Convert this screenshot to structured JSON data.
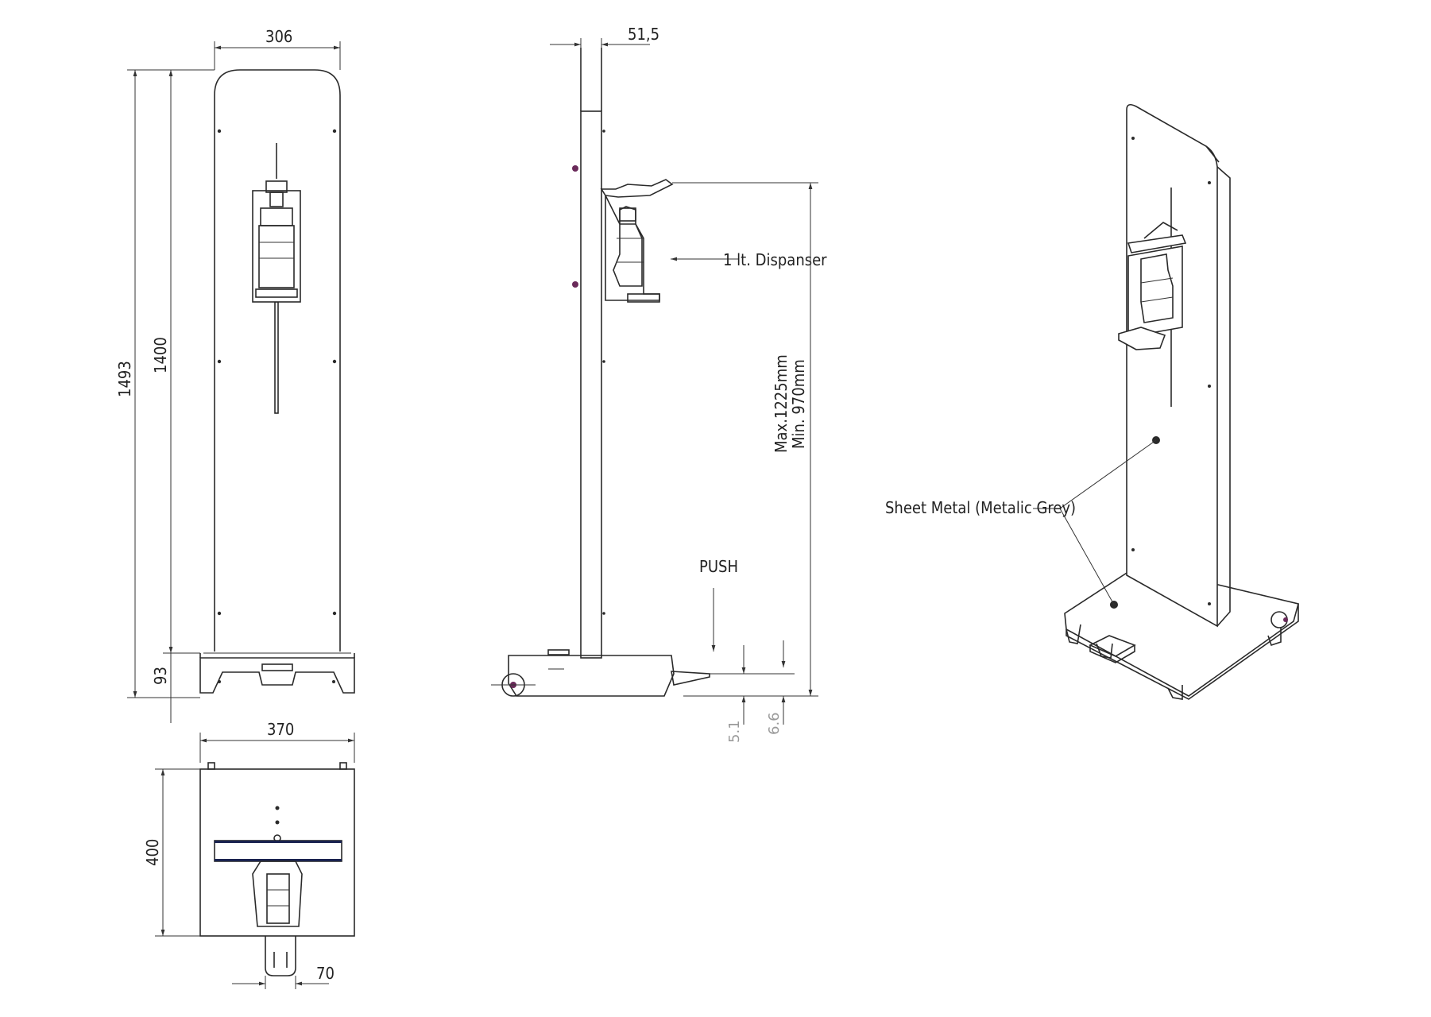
{
  "front_view": {
    "width_label": "306",
    "total_height_label": "1493",
    "panel_height_label": "1400",
    "base_height_label": "93"
  },
  "top_view": {
    "width_label": "370",
    "depth_label": "400",
    "pedal_width_label": "70"
  },
  "side_view": {
    "offset_label": "51,5",
    "dispenser_label": "1 lt. Dispanser",
    "push_label": "PUSH",
    "max_height_label": "Max.1225mm",
    "min_height_label": "Min. 970mm",
    "pedal_height_a_label": "5.1",
    "pedal_height_b_label": "6.6"
  },
  "iso_view": {
    "material_label": "Sheet Metal (Metalic Grey)"
  }
}
